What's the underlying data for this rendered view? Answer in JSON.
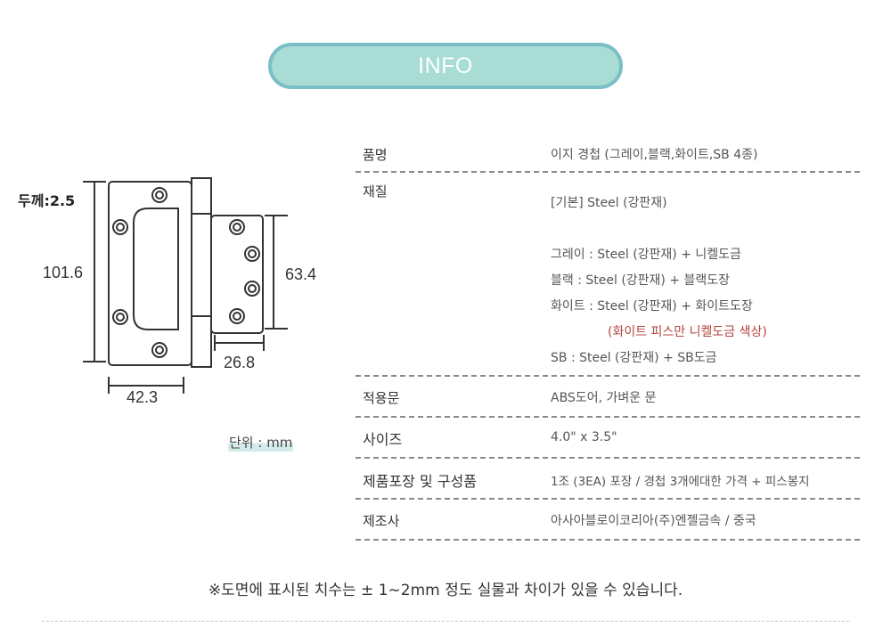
{
  "header": {
    "title": "INFO"
  },
  "drawing": {
    "thickness": "두께:2.5",
    "height_main": "101.6",
    "height_leaf": "63.4",
    "width_leaf": "26.8",
    "width_main": "42.3",
    "unit": "단위 : mm"
  },
  "specs": {
    "name": {
      "label": "품명",
      "value": "이지 경첩 (그레이,블랙,화이트,SB 4종)"
    },
    "material": {
      "label": "재질",
      "lines": [
        "[기본] Steel (강판재)",
        "",
        "그레이 :  Steel (강판재) + 니켈도금",
        "블랙 :  Steel (강판재) + 블랙도장",
        "화이트 :  Steel (강판재) + 화이트도장",
        "(화이트 피스만 니켈도금 색상)",
        "SB :  Steel (강판재) + SB도금"
      ]
    },
    "application": {
      "label": "적용문",
      "value": "ABS도어, 가벼운 문"
    },
    "size": {
      "label": "사이즈",
      "value": "4.0\" x 3.5\""
    },
    "package": {
      "label": "제품포장 및 구성품",
      "value": "1조 (3EA) 포장 / 경첩 3개에대한  가격 + 피스봉지"
    },
    "maker": {
      "label": "제조사",
      "value": "아사아블로이코리아(주)엔젤금속 / 중국"
    }
  },
  "note": "※도면에 표시된 치수는 ± 1~2mm 정도 실물과 차이가 있을 수 있습니다."
}
